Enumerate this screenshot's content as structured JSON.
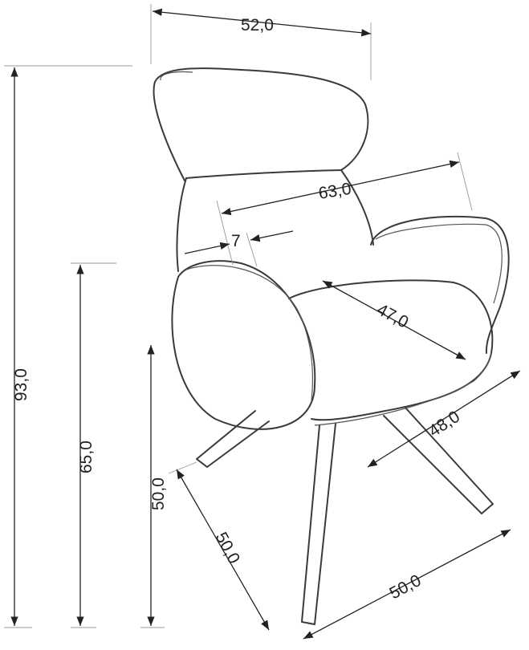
{
  "drawing": {
    "subject": "chair",
    "dimensions": {
      "width_top": "52,0",
      "total_height": "93,0",
      "armrest_height": "65,0",
      "seat_height": "50,0",
      "arm_span": "63,0",
      "arm_width": "7",
      "seat_depth": "47,0",
      "seat_width": "48,0",
      "base_depth": "50,0",
      "base_width": "50,0"
    }
  }
}
